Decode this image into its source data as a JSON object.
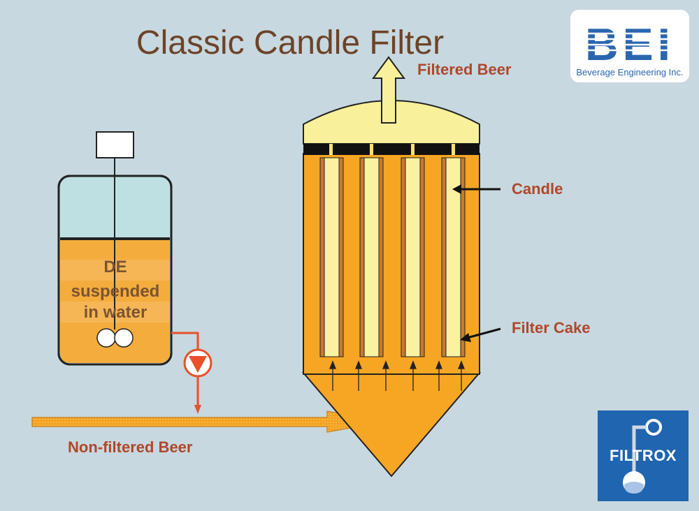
{
  "title": "Classic Candle Filter",
  "labels": {
    "filtered_beer": "Filtered Beer",
    "candle": "Candle",
    "filter_cake": "Filter Cake",
    "non_filtered_beer": "Non-filtered Beer"
  },
  "tank": {
    "line1": "DE",
    "line2": "suspended",
    "line3": "in water"
  },
  "logos": {
    "bei_letters": "BEI",
    "bei_subtitle": "Beverage Engineering Inc.",
    "filtrox": "FILTROX"
  },
  "colors": {
    "background": "#c7d8e0",
    "vessel_orange": "#f6a623",
    "dome_yellow": "#f8f09a",
    "candle_yellow": "#faf2a0",
    "filter_cake_brown": "#c77a32",
    "label_red": "#b0472a",
    "title_brown": "#6d4328",
    "bei_blue": "#2a66b0",
    "filtrox_blue": "#1f65b0"
  }
}
